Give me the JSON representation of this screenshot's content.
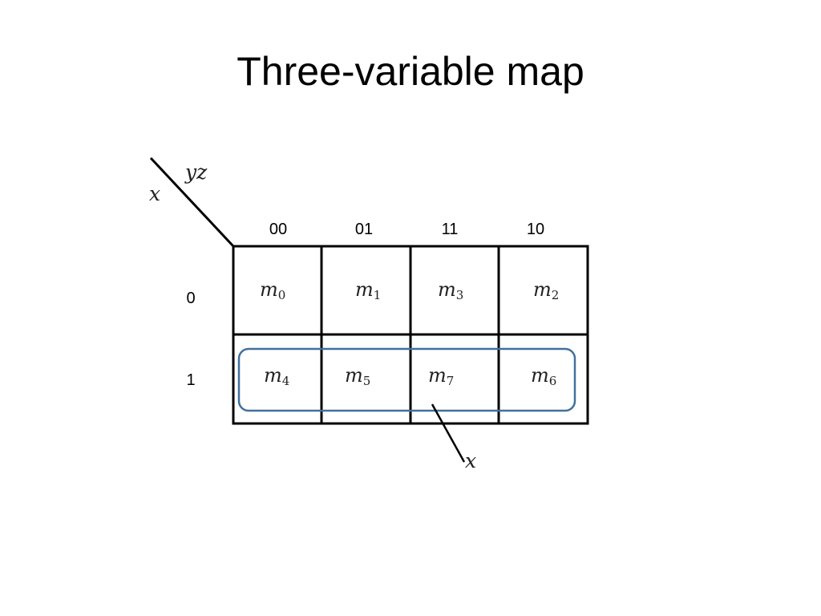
{
  "title": "Three-variable map",
  "corner": {
    "row_var": "x",
    "col_var": "yz"
  },
  "columns": [
    "00",
    "01",
    "11",
    "10"
  ],
  "rows": [
    "0",
    "1"
  ],
  "cells": [
    [
      {
        "m": "m",
        "sub": "0"
      },
      {
        "m": "m",
        "sub": "1"
      },
      {
        "m": "m",
        "sub": "3"
      },
      {
        "m": "m",
        "sub": "2"
      }
    ],
    [
      {
        "m": "m",
        "sub": "4"
      },
      {
        "m": "m",
        "sub": "5"
      },
      {
        "m": "m",
        "sub": "7"
      },
      {
        "m": "m",
        "sub": "6"
      }
    ]
  ],
  "group": {
    "label": "x",
    "color": "#41719c"
  }
}
